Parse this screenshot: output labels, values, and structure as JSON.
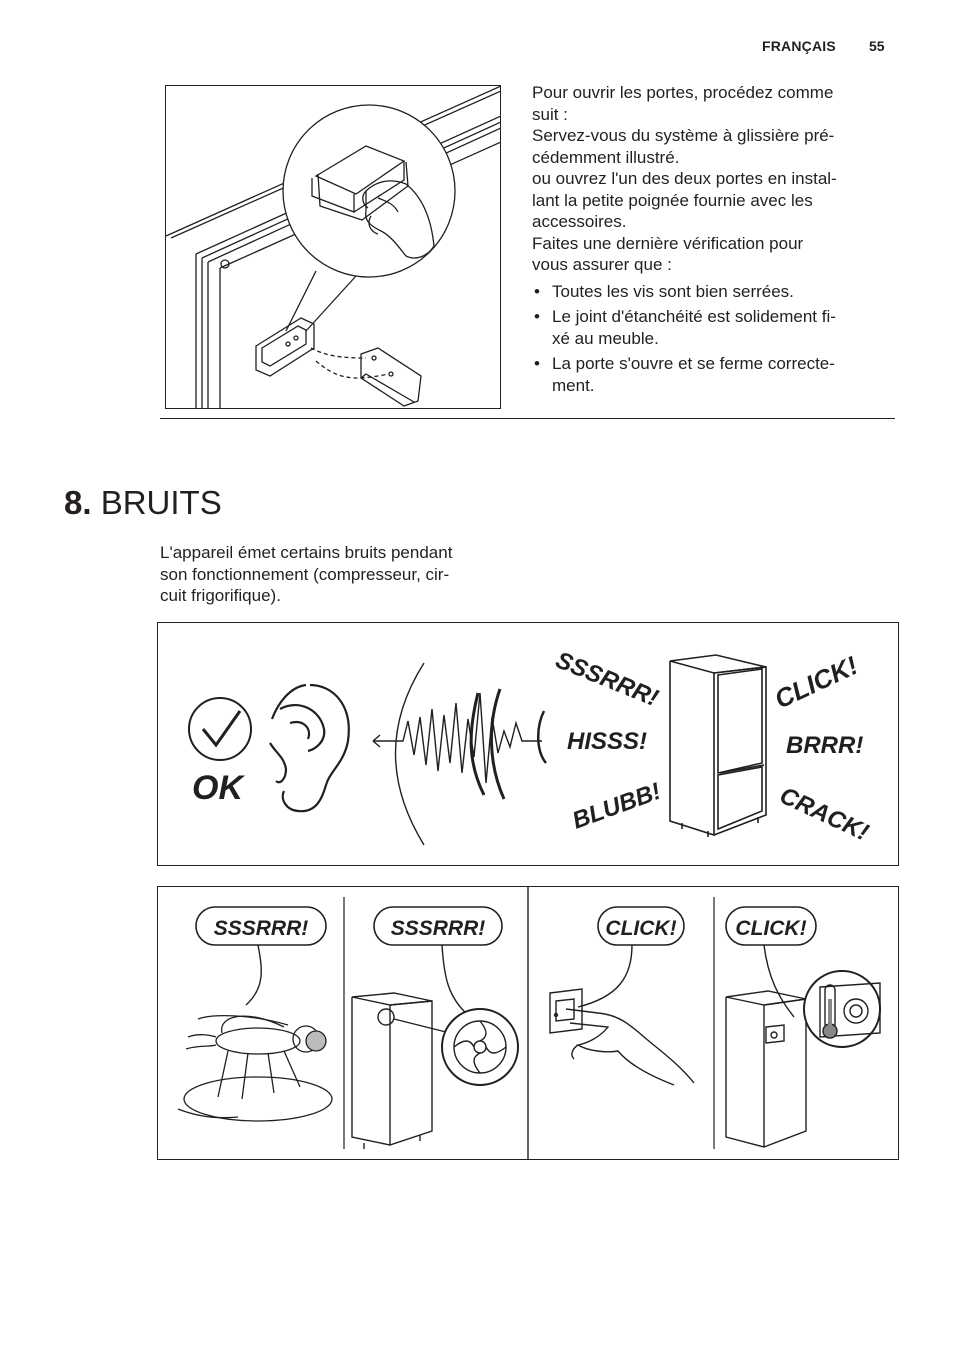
{
  "header": {
    "language": "FRANÇAIS",
    "page_number": "55"
  },
  "instructions": {
    "lines": [
      "Pour ouvrir les portes, procédez comme",
      "suit :",
      "Servez-vous du système à glissière pré-",
      "cédemment illustré.",
      "ou ouvrez l'un des deux portes en instal-",
      "lant la petite poignée fournie avec les",
      "accessoires.",
      "Faites une dernière vérification pour",
      "vous assurer que :"
    ],
    "checklist": [
      {
        "l1": "Toutes les vis sont bien serrées.",
        "l2": ""
      },
      {
        "l1": "Le joint d'étanchéité est solidement fi-",
        "l2": "xé au meuble."
      },
      {
        "l1": "La porte s'ouvre et se ferme correcte-",
        "l2": "ment."
      }
    ]
  },
  "section": {
    "number": "8.",
    "title": "BRUITS",
    "intro_lines": [
      "L'appareil émet certains bruits pendant",
      "son fonctionnement (compresseur, cir-",
      "cuit frigorifique)."
    ]
  },
  "noise_figure": {
    "ok_label": "OK",
    "sounds": {
      "sssrrr": "SSSRRR!",
      "hisss": "HISSS!",
      "blubb": "BLUBB!",
      "click": "CLICK!",
      "brrr": "BRRR!",
      "crack": "CRACK!"
    }
  },
  "examples_figure": {
    "panels": [
      {
        "bubble": "SSSRRR!"
      },
      {
        "bubble": "SSSRRR!"
      },
      {
        "bubble": "CLICK!"
      },
      {
        "bubble": "CLICK!"
      }
    ]
  }
}
